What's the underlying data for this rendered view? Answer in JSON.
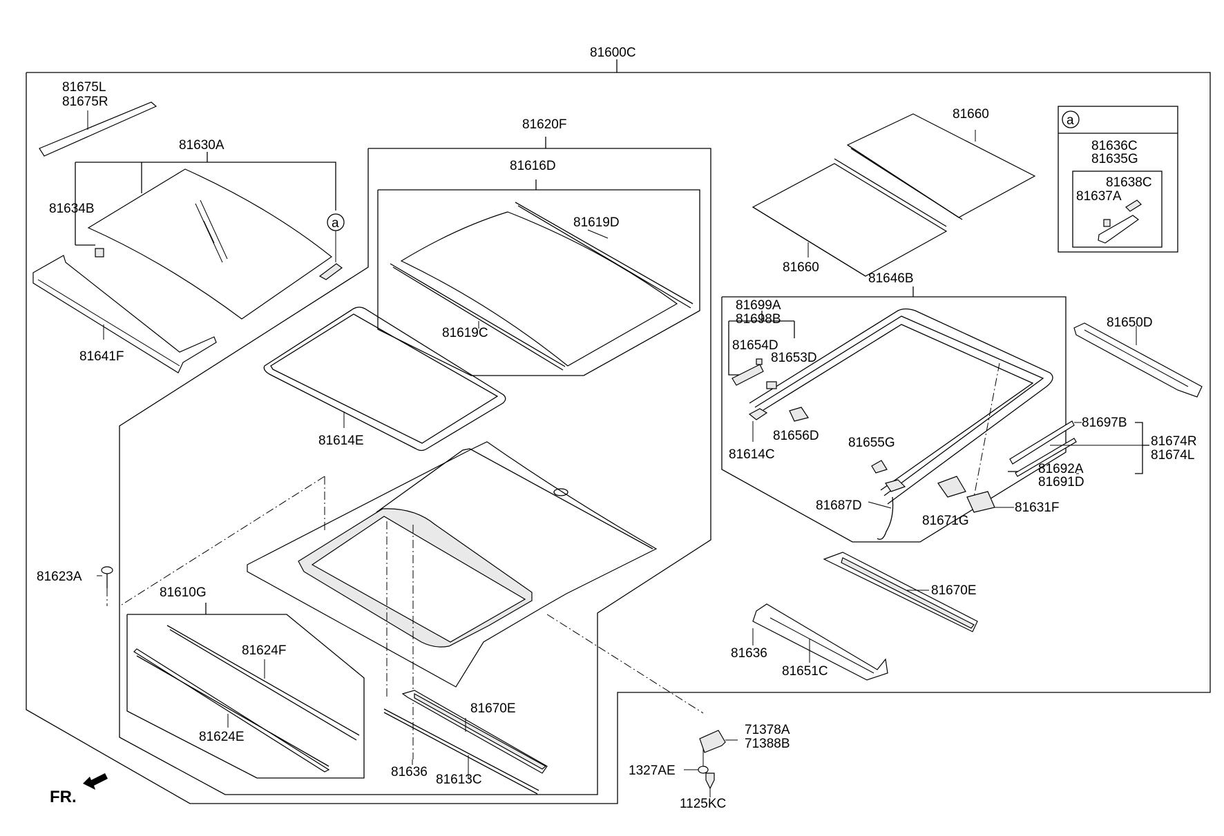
{
  "labels": {
    "assy": "81600C",
    "l81675L": "81675L",
    "l81675R": "81675R",
    "l81630A": "81630A",
    "l81634B": "81634B",
    "l81641F": "81641F",
    "l81620F": "81620F",
    "l81616D": "81616D",
    "l81619D": "81619D",
    "l81619C": "81619C",
    "l81614E": "81614E",
    "l81623A": "81623A",
    "l81610G": "81610G",
    "l81624F": "81624F",
    "l81624E": "81624E",
    "l81636a": "81636",
    "l81613C": "81613C",
    "l81670Ea": "81670E",
    "l81660a": "81660",
    "l81660b": "81660",
    "l81636C": "81636C",
    "l81635G": "81635G",
    "l81638C": "81638C",
    "l81637A": "81637A",
    "l81646B": "81646B",
    "l81699A": "81699A",
    "l81698B": "81698B",
    "l81654D": "81654D",
    "l81653D": "81653D",
    "l81656D": "81656D",
    "l81614C": "81614C",
    "l81655G": "81655G",
    "l81687D": "81687D",
    "l81671G": "81671G",
    "l81631F": "81631F",
    "l81650D": "81650D",
    "l81697B": "81697B",
    "l81674R": "81674R",
    "l81674L": "81674L",
    "l81692A": "81692A",
    "l81691D": "81691D",
    "l81670Eb": "81670E",
    "l81636b": "81636",
    "l81651C": "81651C",
    "l71378A": "71378A",
    "l71388B": "71388B",
    "l1327AE": "1327AE",
    "l1125KC": "1125KC",
    "ref_a1": "a",
    "ref_a2": "a",
    "fr": "FR."
  }
}
